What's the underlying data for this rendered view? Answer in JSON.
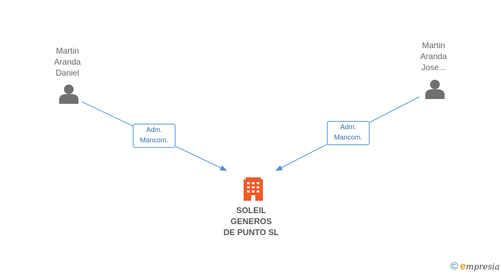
{
  "persons": [
    {
      "lines": [
        "Martin",
        "Aranda",
        "Daniel"
      ]
    },
    {
      "lines": [
        "Martin",
        "Aranda",
        "Jose..."
      ]
    }
  ],
  "relations": [
    {
      "lines": [
        "Adm.",
        "Mancom."
      ]
    },
    {
      "lines": [
        "Adm.",
        "Mancom."
      ]
    }
  ],
  "company": {
    "lines": [
      "SOLEIL",
      "GENEROS",
      "DE PUNTO SL"
    ]
  },
  "footer": {
    "copyright": "©",
    "brand_initial": "e",
    "brand_rest": "mpresia"
  },
  "colors": {
    "person_icon": "#707070",
    "company_icon": "#f05a28",
    "edge": "#4a90d9",
    "label_text": "#666666"
  },
  "icons": {
    "person": "person-icon",
    "company": "building-icon"
  }
}
